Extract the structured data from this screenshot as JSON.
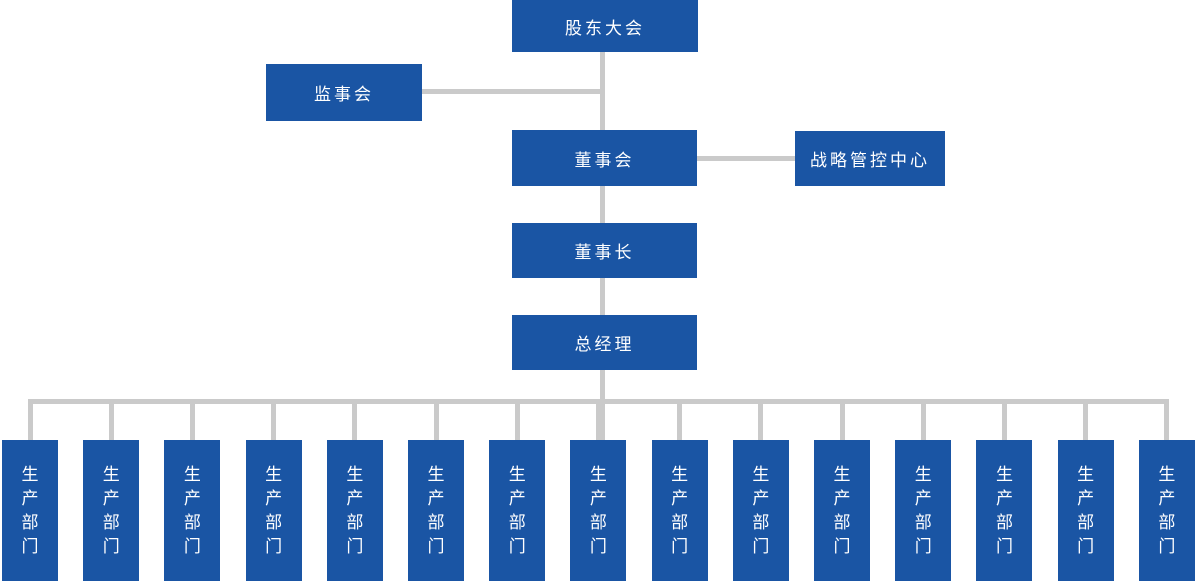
{
  "org": {
    "nodes": {
      "shareholders": {
        "label": "股东大会"
      },
      "supervisory": {
        "label": "监事会"
      },
      "board": {
        "label": "董事会"
      },
      "strategy": {
        "label": "战略管控中心"
      },
      "chairman": {
        "label": "董事长"
      },
      "general_manager": {
        "label": "总经理"
      }
    },
    "departments": [
      {
        "label": "生产部门"
      },
      {
        "label": "生产部门"
      },
      {
        "label": "生产部门"
      },
      {
        "label": "生产部门"
      },
      {
        "label": "生产部门"
      },
      {
        "label": "生产部门"
      },
      {
        "label": "生产部门"
      },
      {
        "label": "生产部门"
      },
      {
        "label": "生产部门"
      },
      {
        "label": "生产部门"
      },
      {
        "label": "生产部门"
      },
      {
        "label": "生产部门"
      },
      {
        "label": "生产部门"
      },
      {
        "label": "生产部门"
      },
      {
        "label": "生产部门"
      }
    ],
    "colors": {
      "node_background": "#1a55a4",
      "node_text": "#ffffff",
      "connector": "#cacaca",
      "page_background": "#ffffff"
    }
  }
}
